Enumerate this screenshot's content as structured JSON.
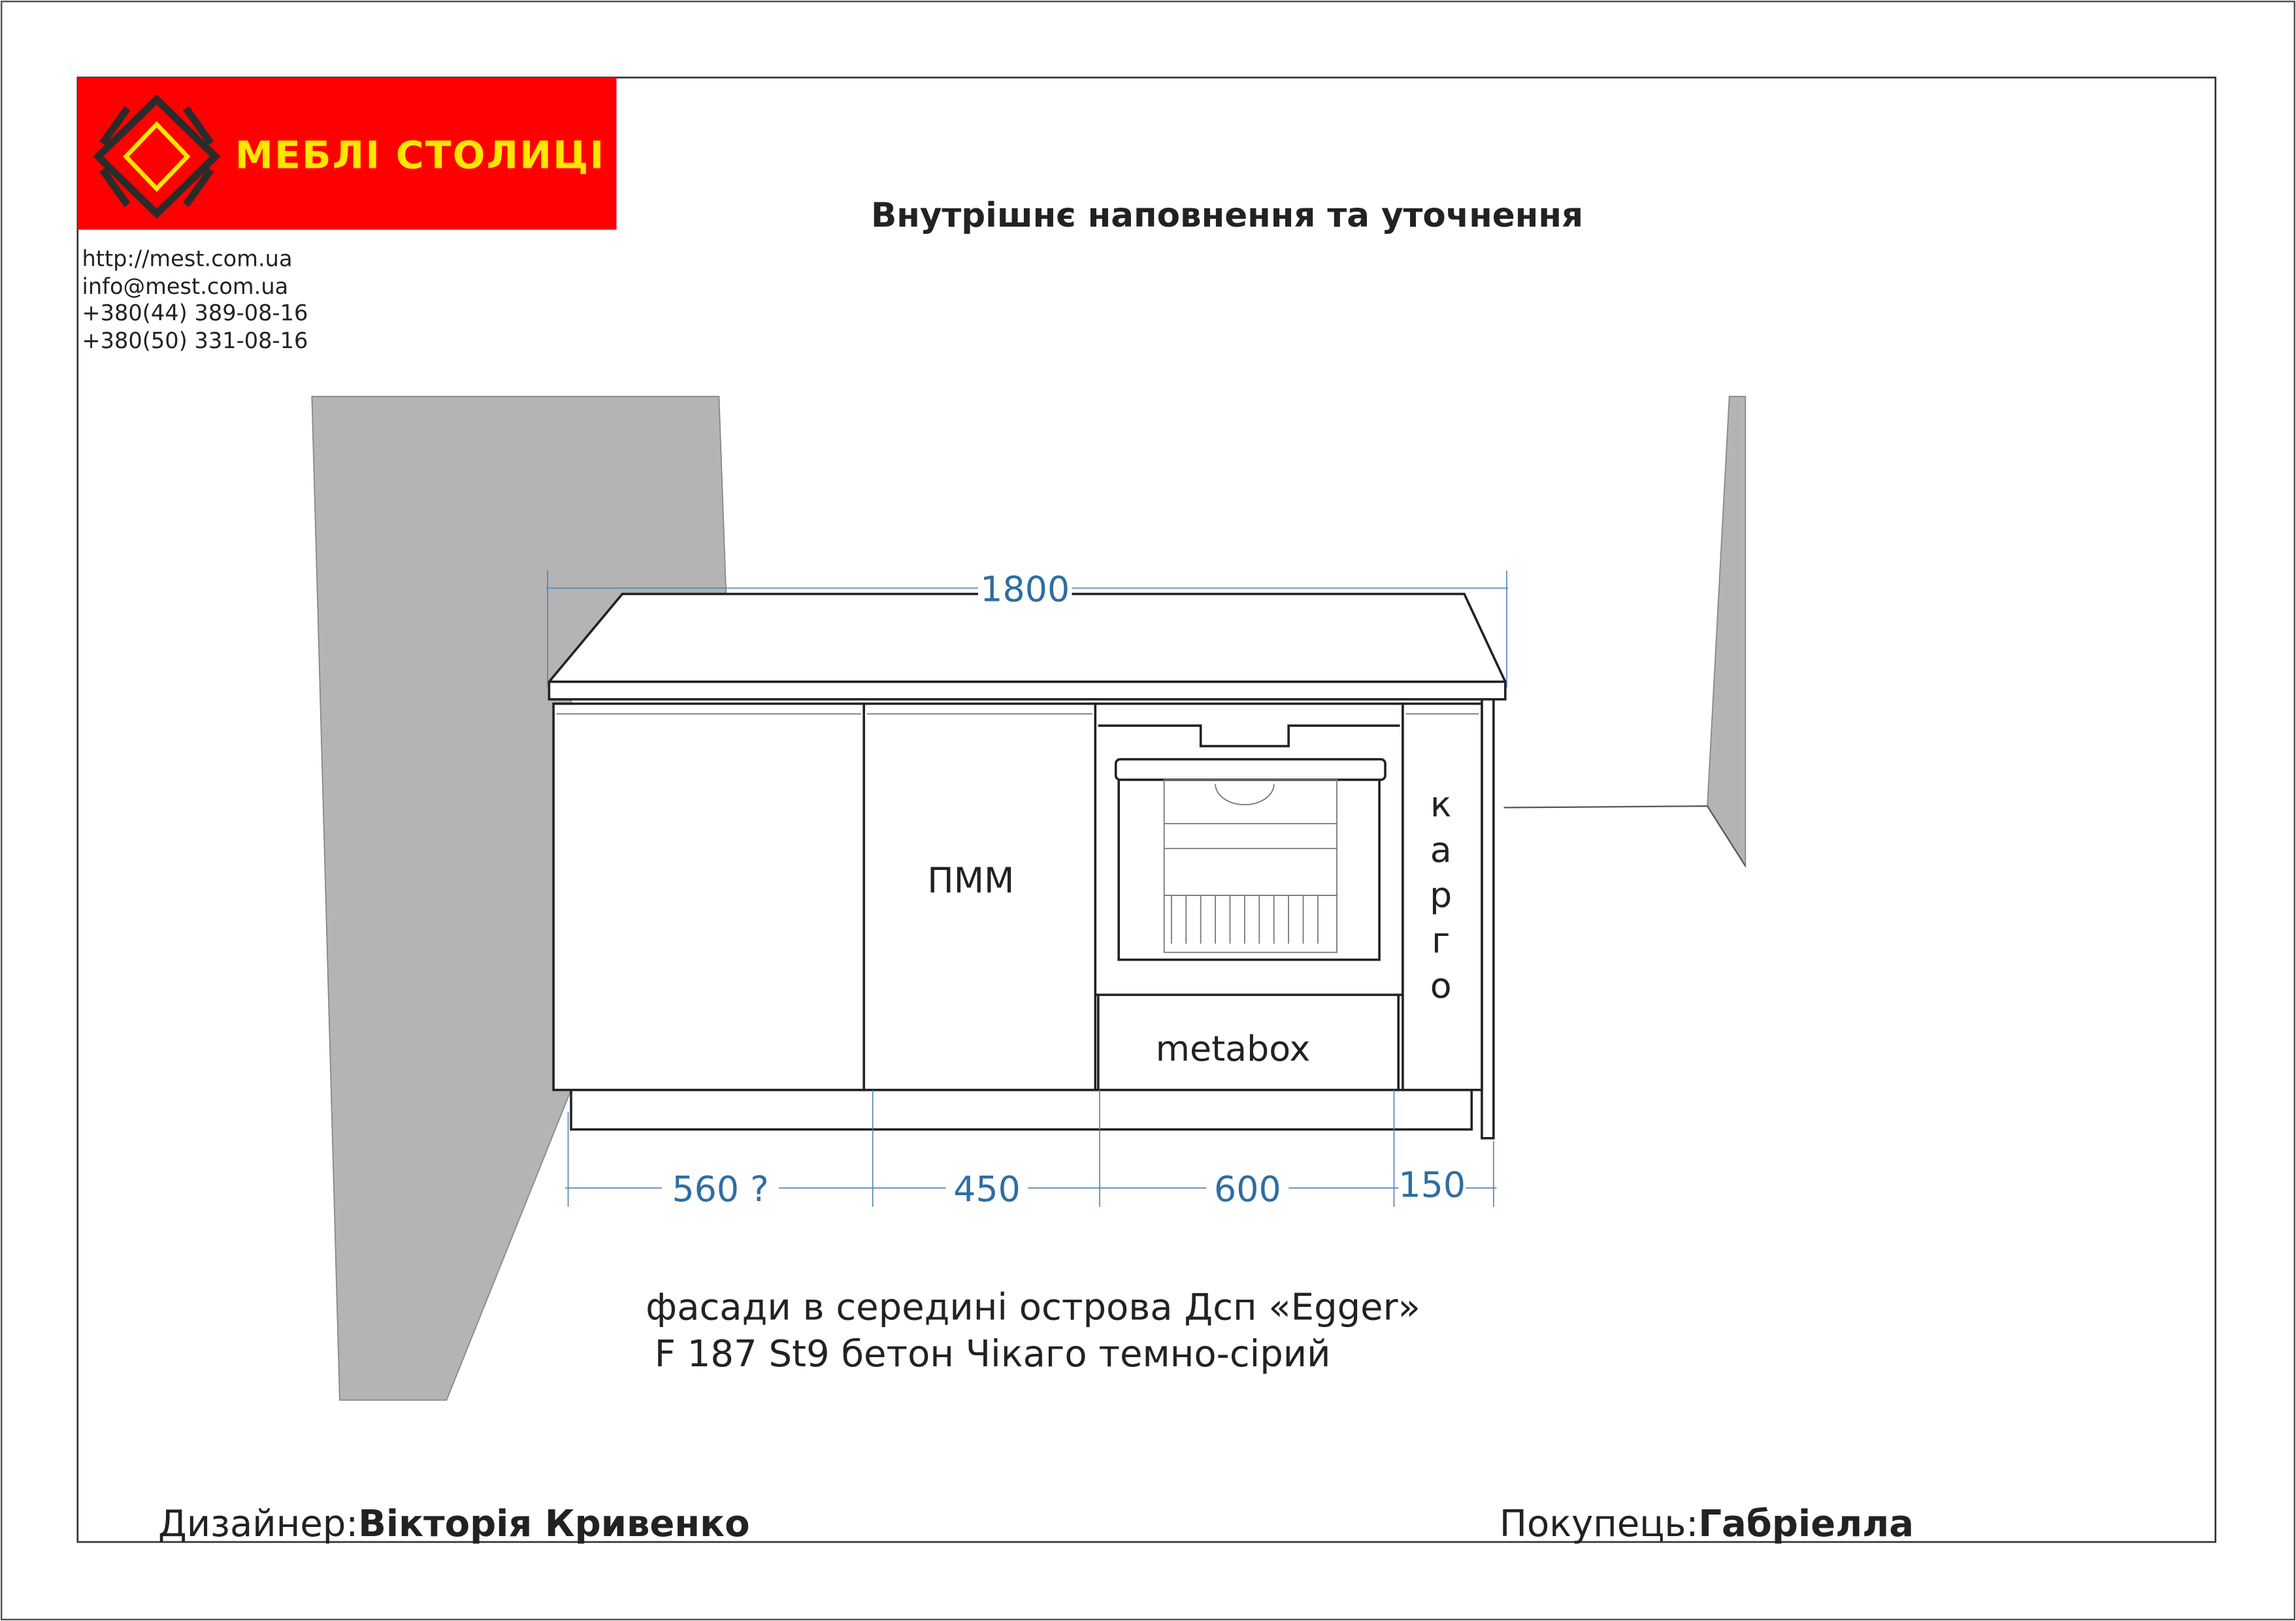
{
  "logo": {
    "text": "МЕБЛІ СТОЛИЦІ",
    "bg_color": "#ff0000",
    "text_color": "#ffe600"
  },
  "title": "Внутрішнє наповнення та уточнення",
  "contacts": [
    "http://mest.com.ua",
    "info@mest.com.ua",
    "+380(44)   389-08-16",
    "+380(50)   331-08-16"
  ],
  "drawing": {
    "total_width": "1800",
    "sections": [
      "560 ?",
      "450",
      "600",
      "150"
    ],
    "labels": {
      "dishwasher": "ПММ",
      "drawer": "metabox",
      "cargo": [
        "к",
        "а",
        "р",
        "г",
        "о"
      ]
    },
    "dim_color": "#2e6da4"
  },
  "note": [
    "фасади в середині острова Дсп «Egger»",
    "F 187 St9 бетон Чікаго темно-сірий"
  ],
  "footer": {
    "designer_label": "Дизайнер:",
    "designer_name": "Вікторія Кривенко",
    "buyer_label": "Покупець:",
    "buyer_name": "Габріелла"
  }
}
